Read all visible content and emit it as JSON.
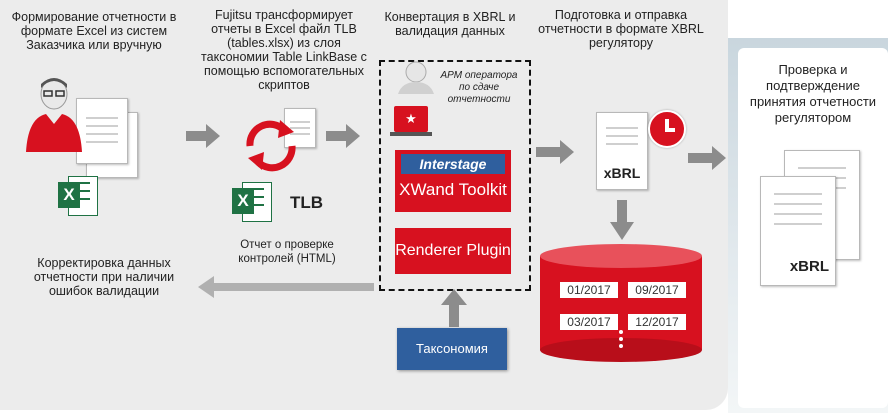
{
  "steps": {
    "formation": "Формирование отчетности в формате Excel из систем Заказчика или вручную",
    "fujitsu": "Fujitsu трансформирует отчеты в Excel файл TLB (tables.xlsx) из слоя таксономии Table LinkBase  с помощью вспомогательных скриптов",
    "convert": "Конвертация в XBRL и валидация данных",
    "prepare": "Подготовка и отправка отчетности в формате XBRL регулятору",
    "check": "Проверка и подтверждение принятия отчетности регулятором"
  },
  "labels": {
    "tlb": "TLB",
    "report": "Отчет о проверке контролей (HTML)",
    "correction": "Корректировка данных отчетности при наличии ошибок валидации",
    "operator": "АРМ оператора по сдаче отчетности",
    "interstage": "Interstage",
    "xwand": "XWand Toolkit",
    "renderer": "Renderer Plugin",
    "taxonomy": "Таксономия",
    "xbrl": "xBRL",
    "xbrl2": "xBRL",
    "excel_x1": "X",
    "excel_x2": "X"
  },
  "periods": [
    "01/2017",
    "09/2017",
    "03/2017",
    "12/2017"
  ],
  "colors": {
    "red": "#d7111f",
    "blue": "#2f5f9e",
    "arrow": "#8c8c8c",
    "excel": "#1f7244"
  }
}
